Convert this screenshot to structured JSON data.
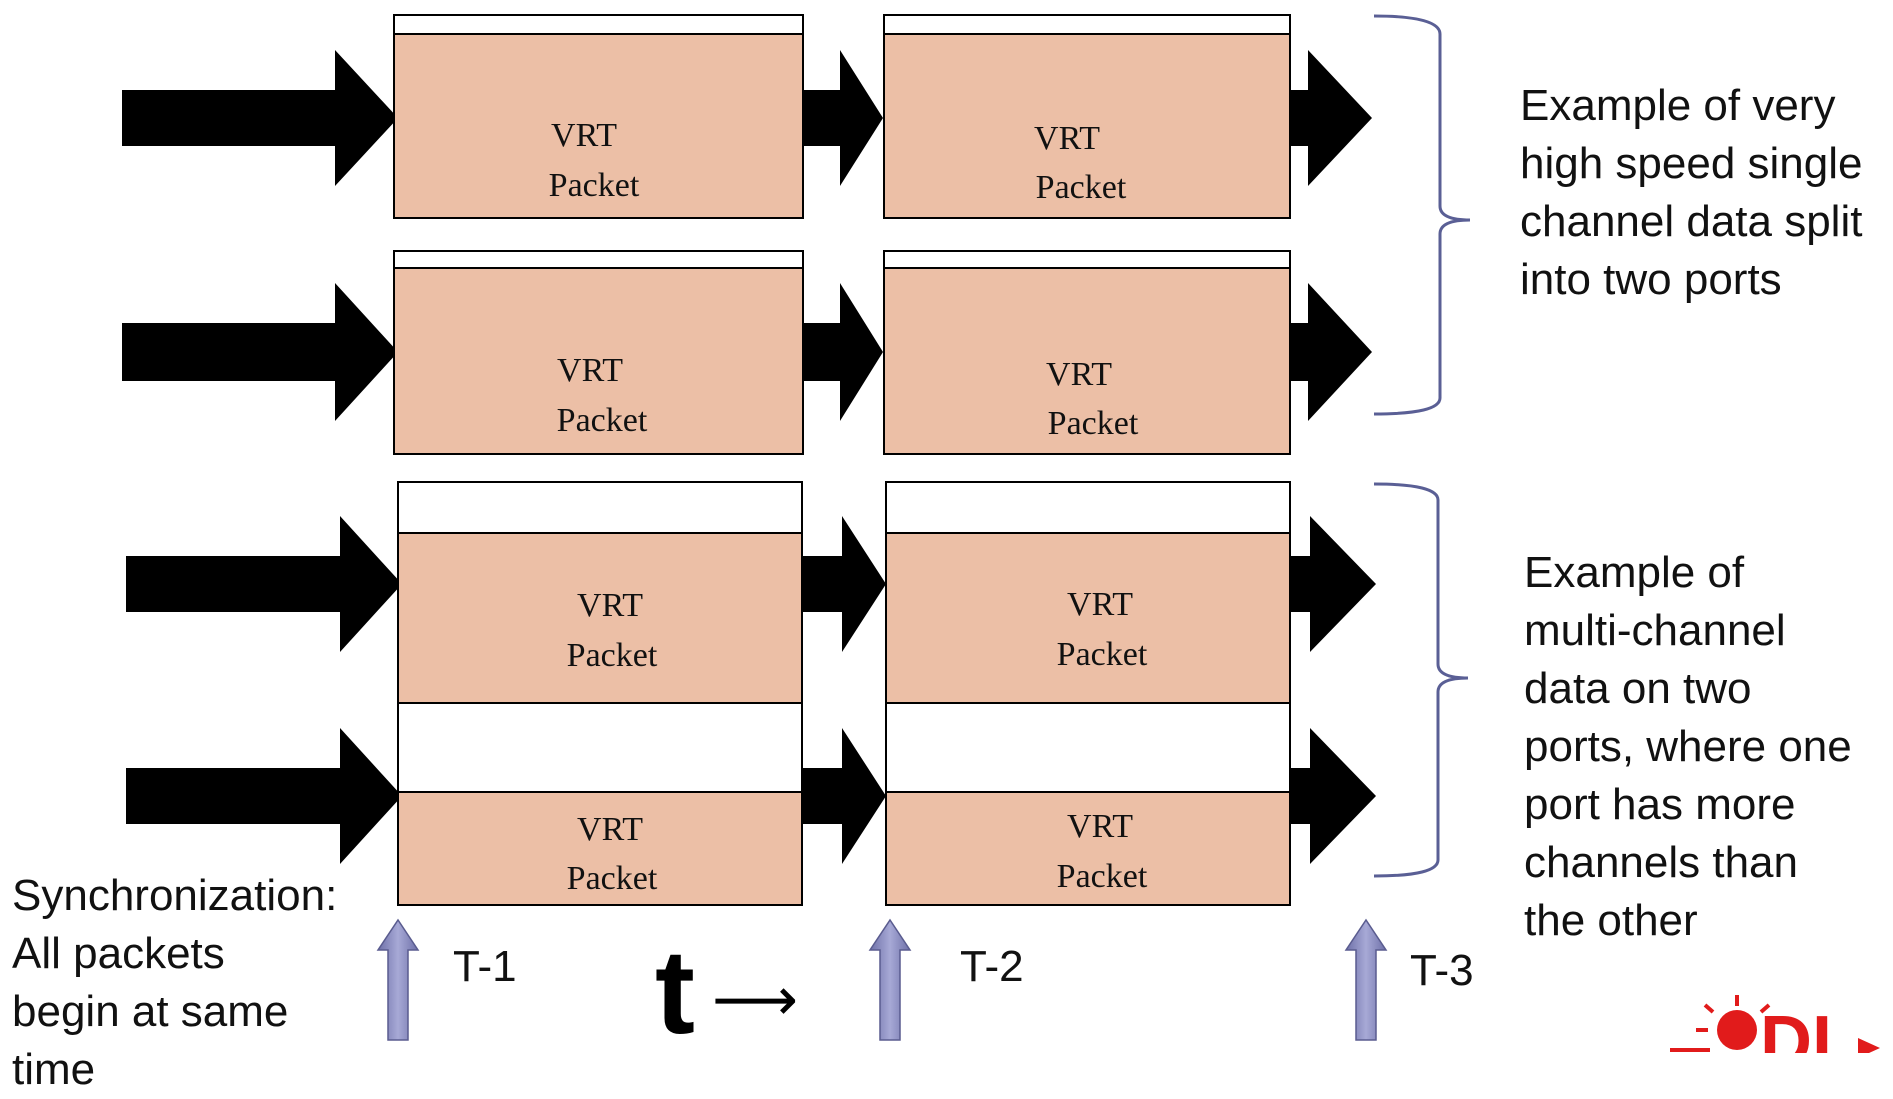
{
  "packet": {
    "line1": "VRT",
    "line2": "Packet"
  },
  "annotations": {
    "top": [
      "Example of very",
      "high speed single",
      "channel data split",
      "into two ports"
    ],
    "bottom": [
      "Example of",
      "multi-channel",
      "data on two",
      "ports, where one",
      "port has more",
      "channels than",
      "the other"
    ],
    "sync": [
      "Synchronization:",
      "All packets",
      "begin at same",
      "time"
    ]
  },
  "time": {
    "t1": "T-1",
    "t2": "T-2",
    "t3": "T-3",
    "symbol": "t",
    "arrow": "⟶"
  },
  "logo": {
    "text": "DI"
  },
  "colors": {
    "packet_fill": "#ecbfa6",
    "brace": "#5a5f95",
    "time_arrow": "#8a8cc0",
    "logo": "#e11b1b"
  }
}
